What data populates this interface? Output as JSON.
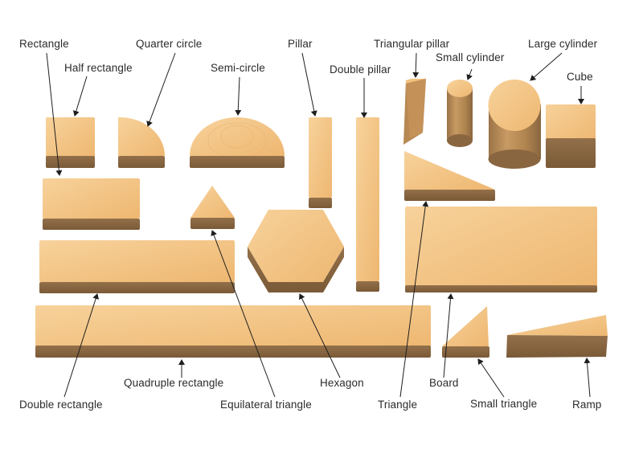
{
  "diagram": {
    "title": "Wooden block shapes",
    "colors": {
      "wood_top": "#f3c17d",
      "wood_light": "#f6cf93",
      "wood_side": "#8f6b43",
      "wood_dark": "#7a5a37",
      "text": "#2b2b2b",
      "line": "#1e1e1e"
    },
    "labels": {
      "rectangle": "Rectangle",
      "half_rectangle": "Half rectangle",
      "quarter_circle": "Quarter circle",
      "semi_circle": "Semi-circle",
      "pillar": "Pillar",
      "double_pillar": "Double pillar",
      "triangular_pillar": "Triangular pillar",
      "small_cylinder": "Small cylinder",
      "large_cylinder": "Large cylinder",
      "cube": "Cube",
      "quadruple_rectangle": "Quadruple rectangle",
      "double_rectangle": "Double rectangle",
      "equilateral_triangle": "Equilateral triangle",
      "hexagon": "Hexagon",
      "triangle": "Triangle",
      "board": "Board",
      "small_triangle": "Small triangle",
      "ramp": "Ramp"
    }
  }
}
